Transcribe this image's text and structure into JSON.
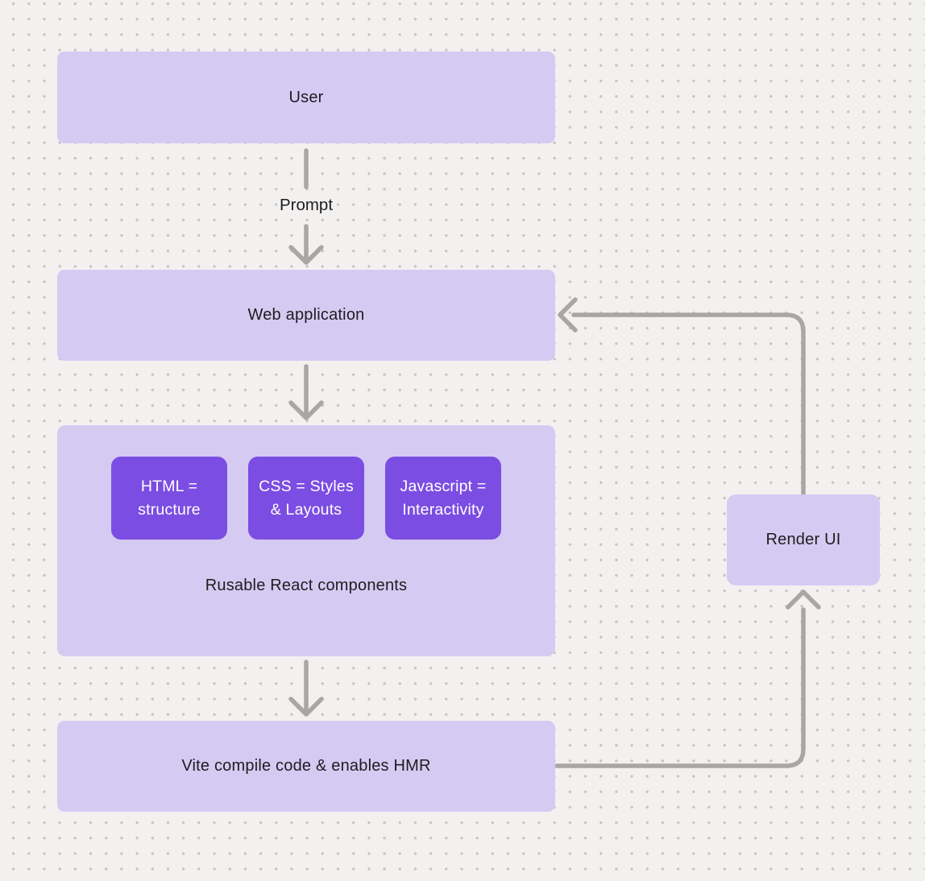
{
  "colors": {
    "background": "#f2f1f0",
    "dot": "#c6c4c3",
    "node_fill": "#d5cbf2",
    "chip_fill": "#7c4de2",
    "chip_text": "#ffffff",
    "node_text": "#1d1d20",
    "arrow": "#a9a6a6"
  },
  "diagram": {
    "nodes": [
      {
        "id": "user",
        "label": "User"
      },
      {
        "id": "web-application",
        "label": "Web application"
      },
      {
        "id": "components",
        "caption": "Rusable React components",
        "chips": [
          "HTML = structure",
          "CSS = Styles & Layouts",
          "Javascript = Interactivity"
        ]
      },
      {
        "id": "vite",
        "label": "Vite compile code & enables HMR"
      },
      {
        "id": "render-ui",
        "label": "Render UI"
      }
    ],
    "edge_labels": {
      "prompt": "Prompt"
    }
  }
}
